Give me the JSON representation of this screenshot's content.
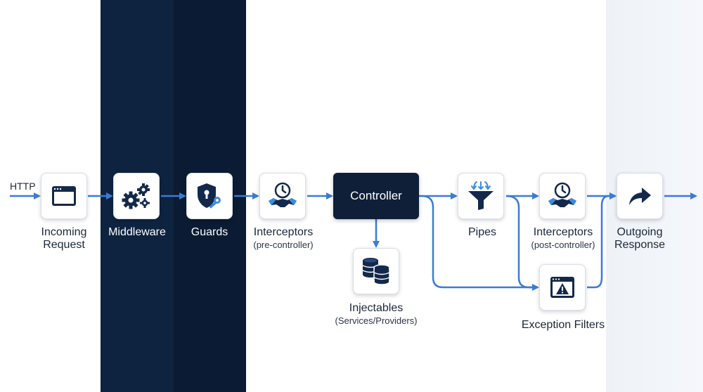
{
  "diagram": {
    "entry_label": "HTTP",
    "stages": {
      "incoming": {
        "line1": "Incoming",
        "line2": "Request",
        "icon": "browser-window-icon"
      },
      "middleware": {
        "label": "Middleware",
        "icon": "gears-icon"
      },
      "guards": {
        "label": "Guards",
        "icon": "shield-key-icon"
      },
      "interceptors_pre": {
        "label": "Interceptors",
        "sub": "(pre-controller)",
        "icon": "clock-handshake-icon"
      },
      "controller": {
        "label": "Controller"
      },
      "injectables": {
        "label": "Injectables",
        "sub": "(Services/Providers)",
        "icon": "database-icon"
      },
      "pipes": {
        "label": "Pipes",
        "icon": "funnel-icon"
      },
      "interceptors_post": {
        "label": "Interceptors",
        "sub": "(post-controller)",
        "icon": "clock-handshake-icon"
      },
      "exception_filters": {
        "label": "Exception Filters",
        "icon": "warning-window-icon"
      },
      "outgoing": {
        "line1": "Outgoing",
        "line2": "Response",
        "icon": "share-arrow-icon"
      }
    },
    "colors": {
      "arrow": "#3a7bd5",
      "dark_band": "#0d2340",
      "controller_fill": "#0f1f38",
      "icon_dark": "#13294b",
      "icon_accent": "#3a8be0"
    }
  }
}
